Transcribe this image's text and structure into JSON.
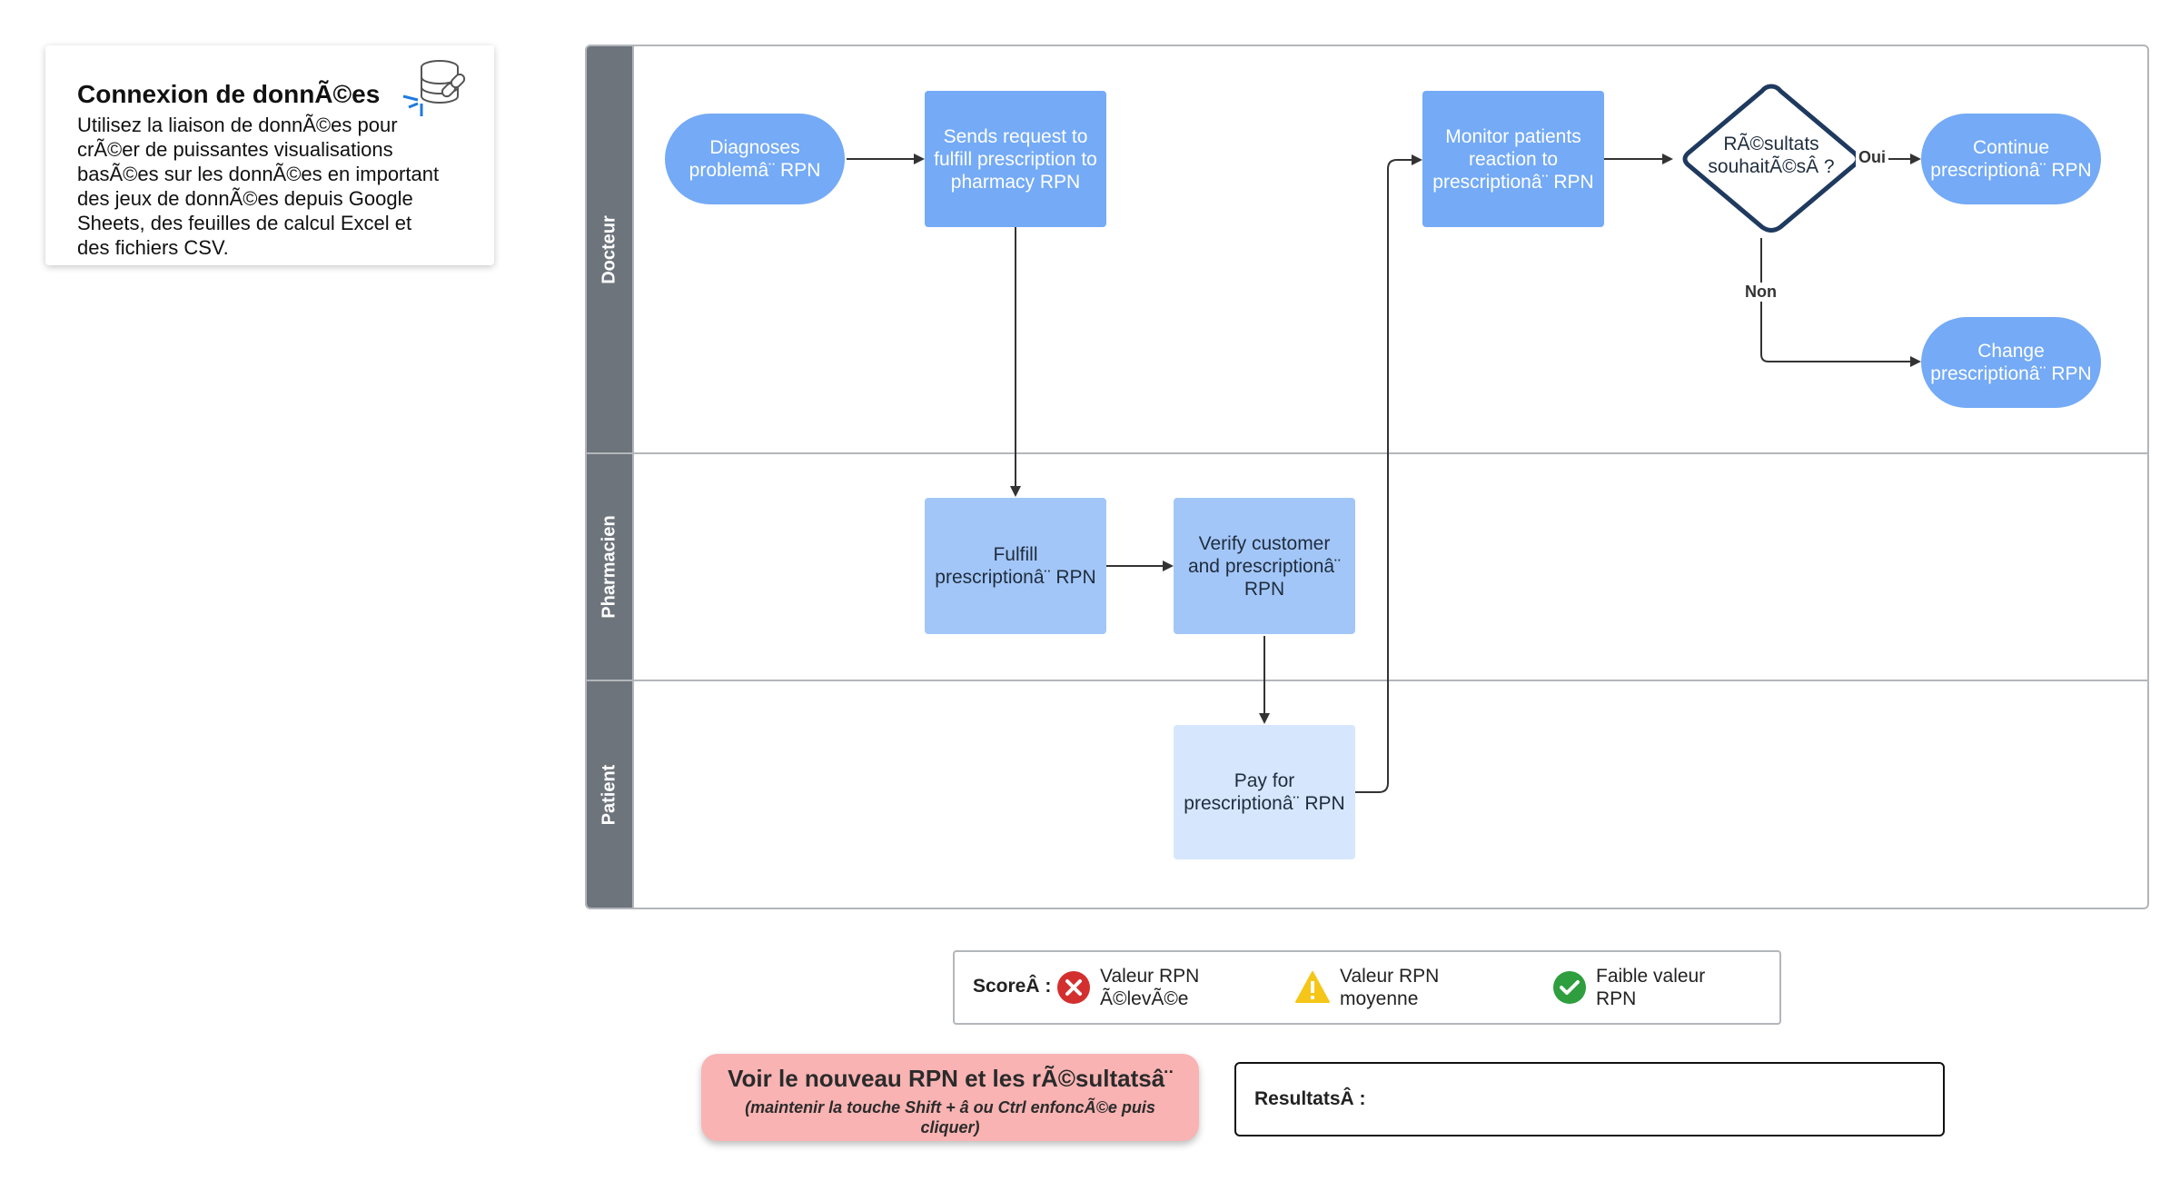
{
  "info_card": {
    "title": "Connexion de donnÃ©es",
    "description": "Utilisez la liaison de donnÃ©es pour crÃ©er de puissantes visualisations basÃ©es sur les donnÃ©es en important des jeux de donnÃ©es depuis Google Sheets, des feuilles de calcul Excel et des fichiers CSV.",
    "icon": "database-link-icon"
  },
  "lanes": [
    {
      "label": "Docteur"
    },
    {
      "label": "Pharmacien"
    },
    {
      "label": "Patient"
    }
  ],
  "nodes": {
    "diagnoses": "Diagnoses problemâ¨ RPN",
    "sends_request": "Sends request to fulfill prescription to pharmacy RPN",
    "monitor": "Monitor patients reaction to prescriptionâ¨ RPN",
    "decision": "RÃ©sultats souhaitÃ©sÂ ?",
    "continue": "Continue prescriptionâ¨ RPN",
    "change": "Change prescriptionâ¨ RPN",
    "fulfill": "Fulfill prescriptionâ¨ RPN",
    "verify": "Verify customer and prescriptionâ¨ RPN",
    "pay": "Pay for prescriptionâ¨ RPN"
  },
  "edge_labels": {
    "yes": "Oui",
    "no": "Non"
  },
  "legend": {
    "score_label": "ScoreÂ :",
    "items": [
      {
        "icon": "error-x-icon",
        "color": "#d32f2f",
        "label": "Valeur RPN Ã©levÃ©e"
      },
      {
        "icon": "warning-icon",
        "color": "#f5c518",
        "label": "Valeur RPN moyenne"
      },
      {
        "icon": "check-icon",
        "color": "#2e9e3e",
        "label": "Faible valeur RPN"
      }
    ]
  },
  "cta": {
    "main": "Voir le nouveau RPN et les rÃ©sultatsâ¨",
    "sub": "(maintenir la touche Shift + â ou Ctrl enfoncÃ©e puis cliquer)"
  },
  "results": {
    "label": "ResultatsÂ :"
  },
  "colors": {
    "node_blue": "#74aaf6",
    "node_mid": "#a3c6f8",
    "node_pale": "#d6e6fc",
    "lane_header": "#6d747c",
    "diamond_border": "#1f3a5f",
    "cta_bg": "#f9b3b3"
  }
}
